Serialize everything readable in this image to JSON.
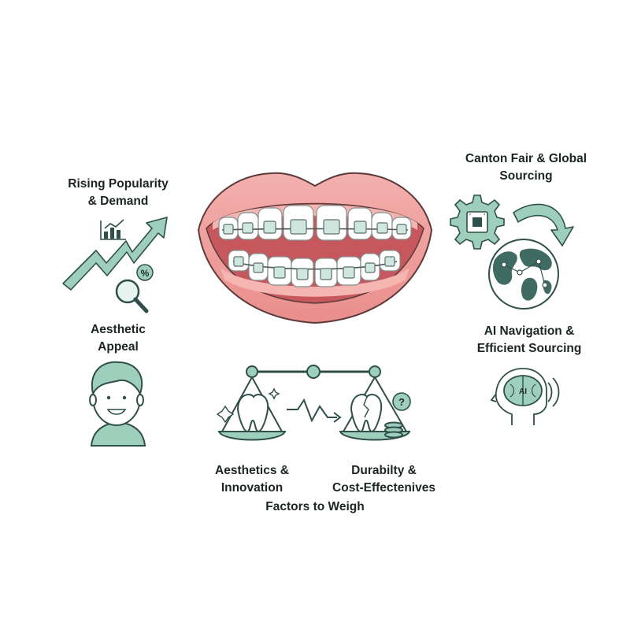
{
  "labels": {
    "rising_popularity": "Rising Popularity\n& Demand",
    "aesthetic_appeal": "Aesthetic\nAppeal",
    "canton_fair": "Canton Fair & Global\nSourcing",
    "ai_navigation": "AI Navigation &\nEfficient Sourcing",
    "aesthetics_innovation": "Aesthetics &\nInnovation",
    "durability": "Durabilty &\nCost-Effectenives",
    "factors": "Factors to Weigh"
  },
  "icon_text": {
    "percent": "%",
    "question": "?",
    "ai": "AI"
  },
  "colors": {
    "accent": "#8ec5b2",
    "accent_dark": "#2f4f4a",
    "lips": "#f2a6a3",
    "gum": "#f6b8b4",
    "mouth": "#cf5f63",
    "tooth": "#ffffff"
  },
  "icons": [
    "bar-chart-icon",
    "trend-arrow-icon",
    "magnifier-icon",
    "person-icon",
    "mouth-braces-icon",
    "balance-scale-icon",
    "gear-chip-icon",
    "globe-icon",
    "ai-head-icon"
  ]
}
